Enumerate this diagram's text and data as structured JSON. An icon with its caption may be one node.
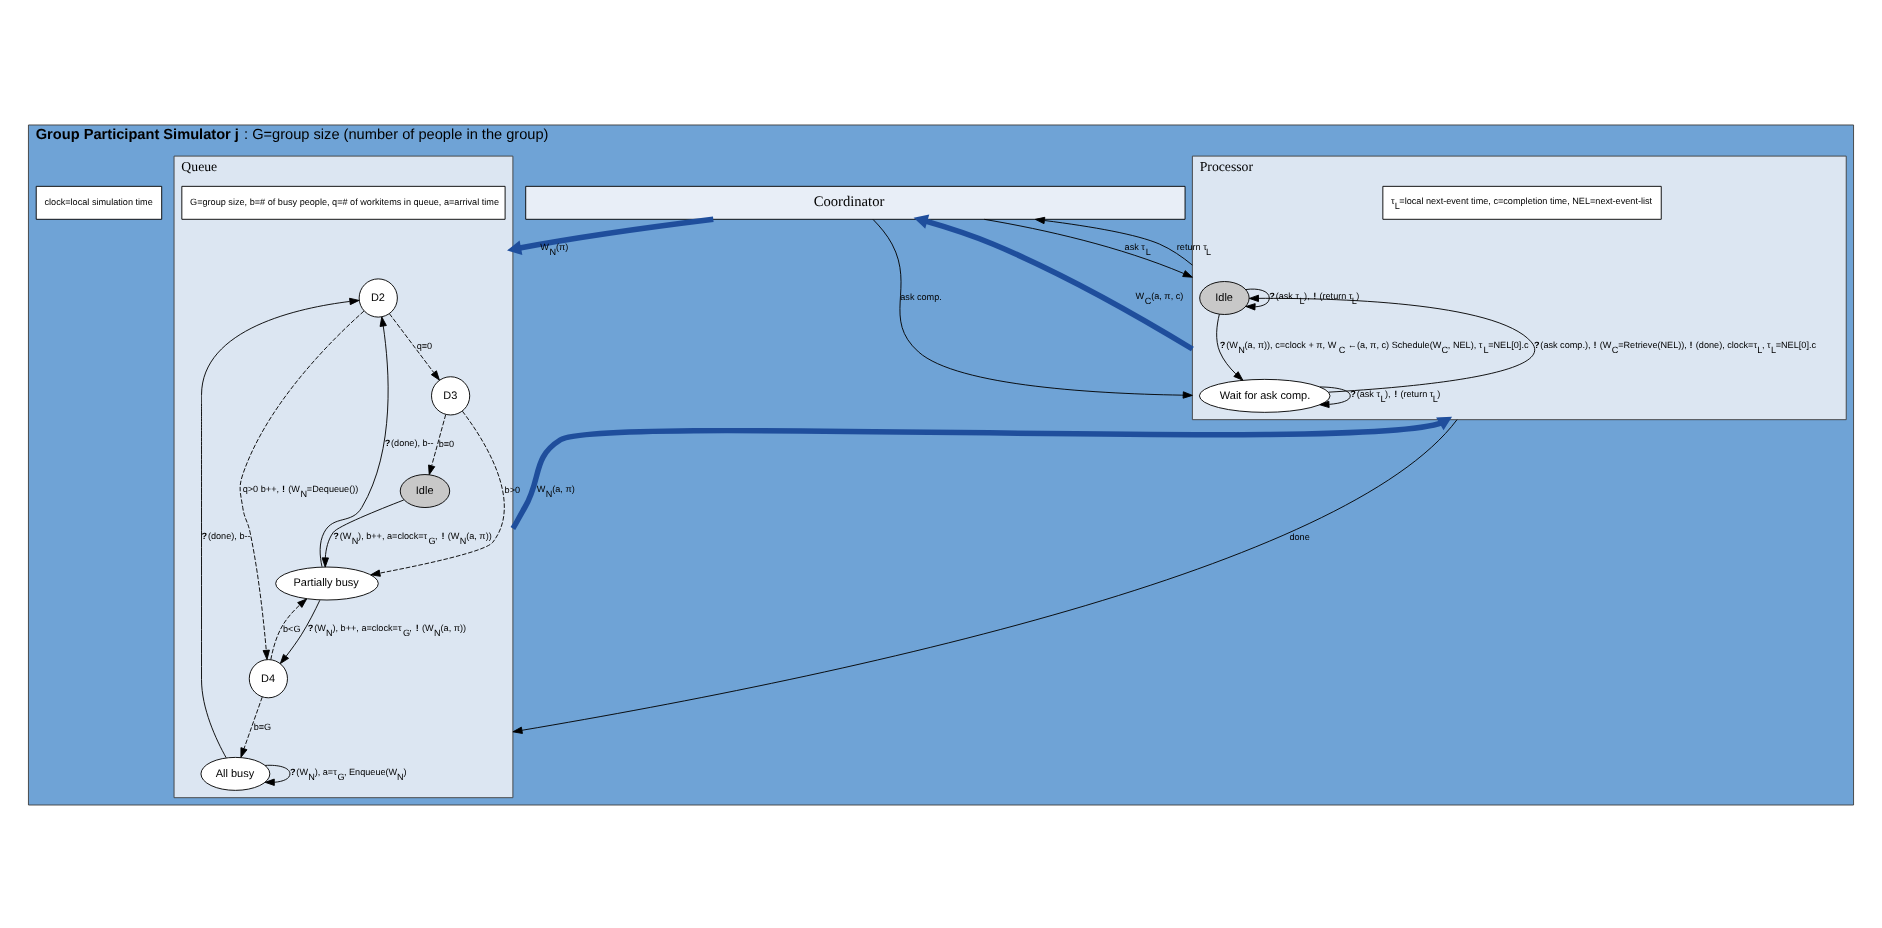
{
  "diagram": {
    "nodes": [
      {
        "text": [
          "**Group Participant Simulator j** : G=group size (number of people in the group)"
        ]
      },
      {
        "text": [
          "Coordinator"
        ],
        "in": 0
      },
      {
        "text": [
          "Queue"
        ],
        "in": 0
      },
      {
        "text": [
          "Processor"
        ],
        "in": 0
      },
      {
        "text": [
          "Idle"
        ],
        "in": 2
      },
      {
        "text": [
          "Partially busy"
        ],
        "in": 2
      },
      {
        "text": [
          "All busy"
        ],
        "in": 2
      },
      {
        "text": [
          "D2"
        ],
        "in": 2
      },
      {
        "text": [
          "D3"
        ],
        "in": 2
      },
      {
        "text": [
          "D4"
        ],
        "in": 2
      },
      {
        "text": [
          "G=group size, b=# of busy people, q=# of workitems in queue, a=arrival time"
        ],
        "in": 2
      },
      {
        "text": [
          "Idle"
        ],
        "in": 3
      },
      {
        "text": [
          "Wait for ask comp."
        ],
        "in": 3
      },
      {
        "text": [
          "τ$_{L}$=local next-event time, c=completion time, NEL=next-event-list"
        ],
        "in": 3
      },
      {
        "text": [
          "clock=local simulation time"
        ],
        "in": 0
      }
    ],
    "edges": [
      {
        "from": 1,
        "to": 2,
        "arrow": "to",
        "label": "W$_{N}$(π)",
        "style": "thick",
        "color": "#1f4e9c"
      },
      {
        "from": 2,
        "to": 3,
        "arrow": "to",
        "label": "W$_{N}$(a, π)",
        "style": "thick",
        "color": "#1f4e9c"
      },
      {
        "from": 3,
        "to": 2,
        "arrow": "to",
        "label": "done"
      },
      {
        "from": 1,
        "to": 3,
        "arrow": "to",
        "label": "ask τ$_{L}$"
      },
      {
        "from": 3,
        "to": 1,
        "arrow": "to",
        "label": "return τ$_{L}$"
      },
      {
        "from": 1,
        "to": 3,
        "arrow": "to",
        "label": "ask comp."
      },
      {
        "from": 3,
        "to": 1,
        "arrow": "to",
        "label": "W$_{C}$(a, π, c)",
        "style": "thick",
        "color": "#1f4e9c"
      },
      {
        "from": 4,
        "to": 5,
        "arrow": "to",
        "label": "**?**(W$_{N}$), b++, a=clock=τ$_{G}$, **!** (W$_{N}$(a, π))"
      },
      {
        "from": 5,
        "to": 7,
        "arrow": "to",
        "label": "**?**(done), b--"
      },
      {
        "from": 6,
        "to": 7,
        "arrow": "to",
        "label": "**?**(done), b--"
      },
      {
        "from": 7,
        "to": 8,
        "arrow": "to",
        "label": "q≡0",
        "style": "dashed"
      },
      {
        "from": 7,
        "to": 9,
        "arrow": "to",
        "label": "q>0 b++, **!** (W$_{N}$=Dequeue())",
        "style": "dashed"
      },
      {
        "from": 8,
        "to": 4,
        "arrow": "to",
        "label": "b≡0",
        "style": "dashed"
      },
      {
        "from": 8,
        "to": 5,
        "arrow": "to",
        "label": "b>0",
        "style": "dashed"
      },
      {
        "from": 9,
        "to": 5,
        "arrow": "to",
        "label": "b<G",
        "style": "dashed"
      },
      {
        "from": 9,
        "to": 6,
        "arrow": "to",
        "label": "b≡G",
        "style": "dashed"
      },
      {
        "from": 5,
        "to": 9,
        "arrow": "to",
        "label": "**?**(W$_{N}$), b++, a=clock=τ$_{G}$, **!** (W$_{N}$(a, π))"
      },
      {
        "from": 6,
        "to": 6,
        "arrow": "to",
        "label": "**?**(W$_{N}$), a=τ$_{G}$, Enqueue(W$_{N}$)"
      },
      {
        "from": 11,
        "to": 12,
        "arrow": "to",
        "label": "**?**(W$_{N}$(a, π)), c=clock + π, W$_{C}$ ←(a, π, c) Schedule(W$_{C}$, NEL), τ$_{L}$=NEL[0].c"
      },
      {
        "from": 12,
        "to": 11,
        "arrow": "to",
        "label": "**?**(ask comp.), **!** (W$_{C}$=Retrieve(NEL)), **!** (done), clock=τ$_{L}$, τ$_{L}$=NEL[0].c"
      },
      {
        "from": 11,
        "to": 11,
        "arrow": "to",
        "label": "**?**(ask τ$_{L}$), **!** (return τ$_{L}$)"
      },
      {
        "from": 12,
        "to": 12,
        "arrow": "to",
        "label": "**?**(ask τ$_{L}$), **!** (return τ$_{L}$)"
      }
    ]
  }
}
